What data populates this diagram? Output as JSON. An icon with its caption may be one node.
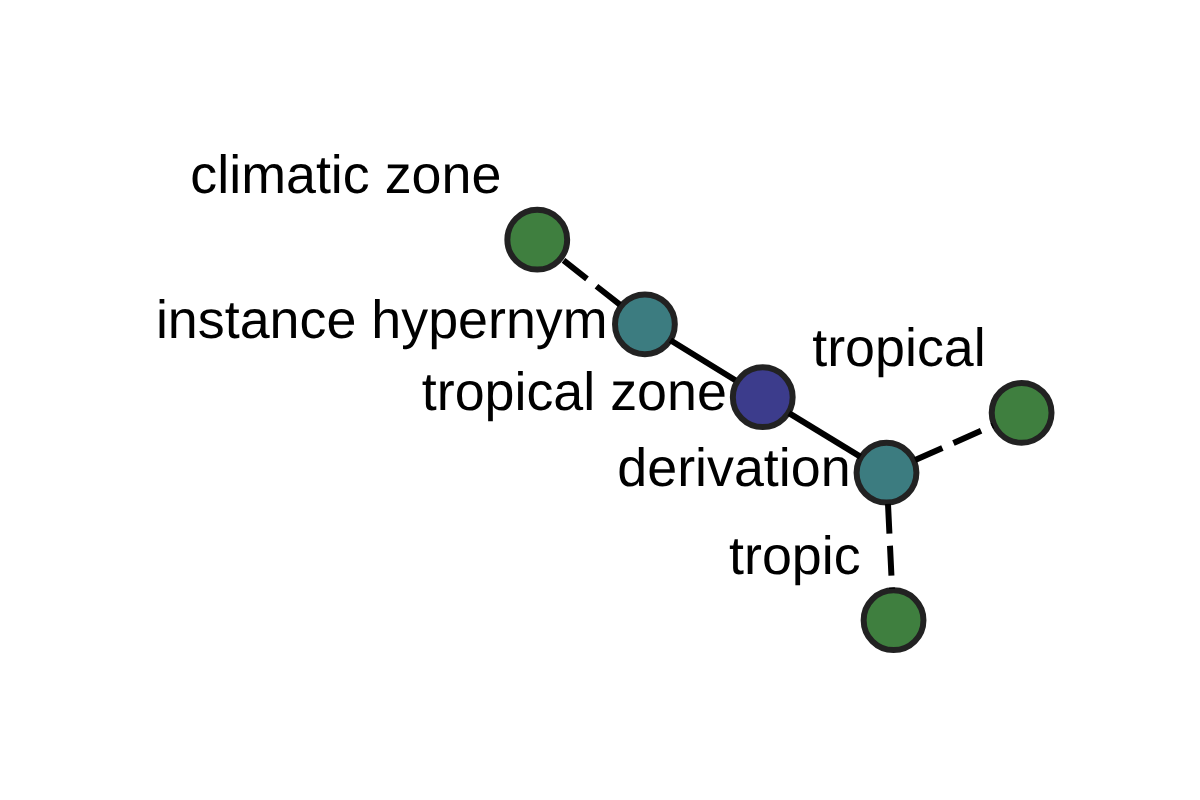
{
  "diagram": {
    "nodes": [
      {
        "text": [],
        "shape": "circle",
        "beside": [
          "tropical zone"
        ]
      },
      {
        "text": [],
        "shape": "circle",
        "beside": [
          "derivation"
        ]
      },
      {
        "text": [],
        "shape": "circle",
        "beside": [
          "tropic"
        ]
      },
      {
        "text": [],
        "shape": "circle",
        "beside": [
          "tropical"
        ]
      },
      {
        "text": [],
        "shape": "circle",
        "beside": [
          "instance hypernym"
        ]
      },
      {
        "text": [],
        "shape": "circle",
        "beside": [
          "climatic zone"
        ]
      }
    ],
    "edges": [
      {
        "from": 0,
        "to": 1,
        "arrow": "none"
      },
      {
        "from": 1,
        "to": 2,
        "arrow": "none",
        "style": "dashed"
      },
      {
        "from": 1,
        "to": 3,
        "arrow": "none",
        "style": "dashed"
      },
      {
        "from": 0,
        "to": 4,
        "arrow": "none"
      },
      {
        "from": 4,
        "to": 5,
        "arrow": "none",
        "style": "dashed"
      }
    ]
  }
}
